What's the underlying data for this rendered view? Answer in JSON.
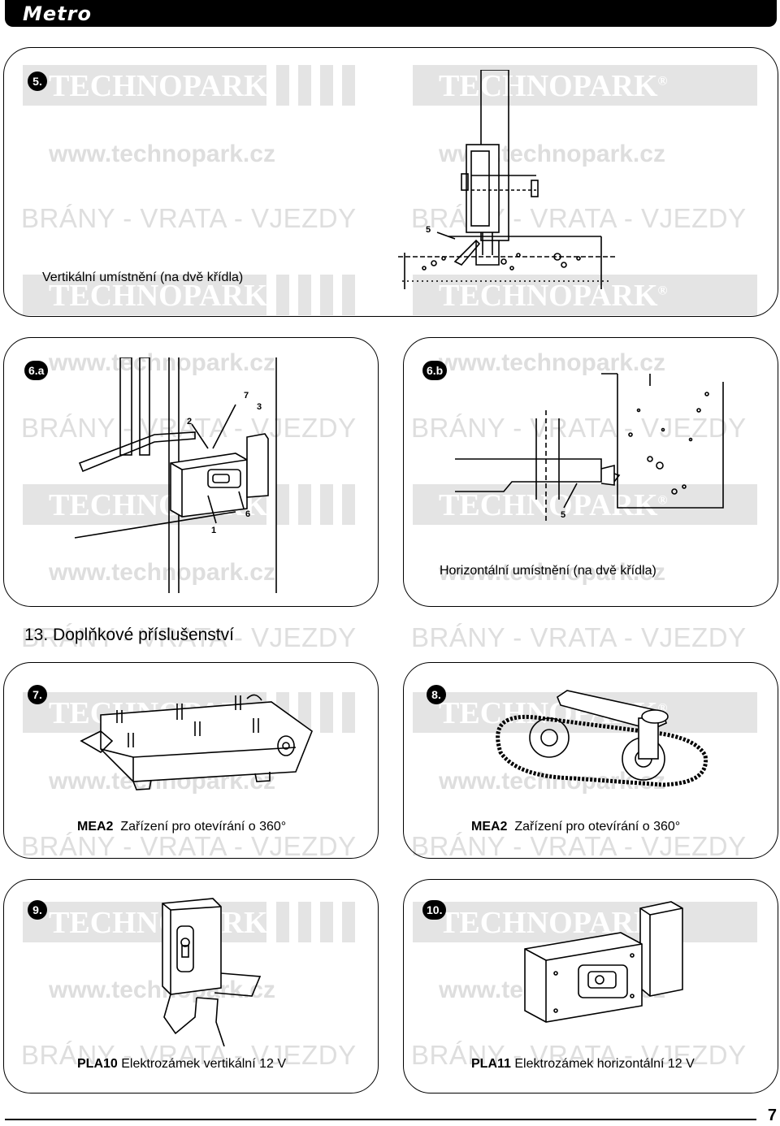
{
  "header": {
    "title": "Metro"
  },
  "watermark": {
    "brand": "TECHNOPARK",
    "registered": "®",
    "url": "www.technopark.cz",
    "tagline": "BRÁNY - VRATA - VJEZDY"
  },
  "panels": {
    "p5": {
      "number": "5.",
      "caption": "Vertikální umístnění (na dvě křídla)"
    },
    "p6a": {
      "number": "6.a"
    },
    "p6b": {
      "number": "6.b",
      "caption": "Horizontální umístnění (na dvě křídla)"
    },
    "p7": {
      "number": "7.",
      "caption_code": "MEA2",
      "caption_text": "Zařízení pro otevírání o 360°"
    },
    "p8": {
      "number": "8.",
      "caption_code": "MEA2",
      "caption_text": "Zařízení pro otevírání o 360°"
    },
    "p9": {
      "number": "9.",
      "caption_code": "PLA10",
      "caption_text": "Elektrozámek vertikální 12 V"
    },
    "p10": {
      "number": "10.",
      "caption_code": "PLA11",
      "caption_text": "Elektrozámek horizontální 12 V"
    }
  },
  "labels": {
    "p5_part": "5",
    "p6a_parts": [
      "7",
      "3",
      "2",
      "6",
      "1"
    ],
    "p6b_part": "5"
  },
  "section": {
    "title": "13. Doplňkové příslušenství"
  },
  "footer": {
    "page_number": "7"
  }
}
